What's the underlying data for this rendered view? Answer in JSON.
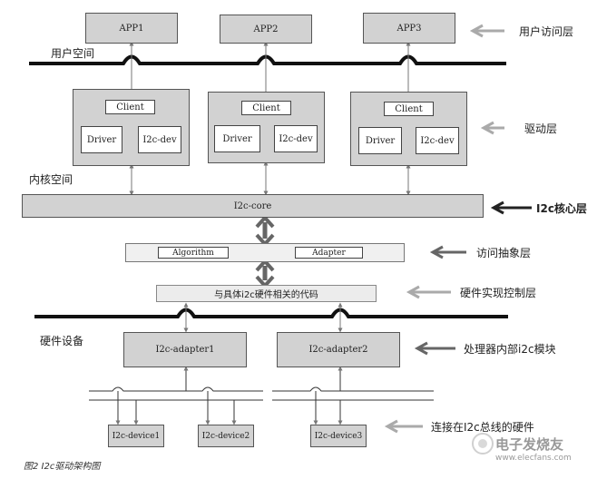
{
  "apps": [
    "APP1",
    "APP2",
    "APP3"
  ],
  "user_space": "用户空间",
  "kernel_space": "内核空间",
  "hardware": "硬件设备",
  "drivers": [
    {
      "client": "Client",
      "driver": "Driver",
      "dev": "I2c-dev"
    },
    {
      "client": "Client",
      "driver": "Driver",
      "dev": "I2c-dev"
    },
    {
      "client": "Client",
      "driver": "Driver",
      "dev": "I2c-dev"
    }
  ],
  "core": "I2c-core",
  "algorithm": "Algorithm",
  "adapter": "Adapter",
  "hw_code": "与具体i2c硬件相关的代码",
  "adapters": [
    "I2c-adapter1",
    "I2c-adapter2"
  ],
  "devices": [
    "I2c-device1",
    "I2c-device2",
    "I2c-device3"
  ],
  "layers": {
    "user_access": "用户访问层",
    "driver": "驱动层",
    "core": "I2c核心层",
    "access_abstract": "访问抽象层",
    "hw_control": "硬件实现控制层",
    "cpu_module": "处理器内部i2c模块",
    "bus_hw": "连接在I2c总线的硬件"
  },
  "caption": "图2 I2c驱动架构图",
  "watermark": {
    "cn": "电子发烧友",
    "url": "www.elecfans.com"
  },
  "colors": {
    "box_gray": "#d2d2d2",
    "arrow_light": "#aaaaaa",
    "arrow_mid": "#777777",
    "arrow_dark": "#222222"
  }
}
